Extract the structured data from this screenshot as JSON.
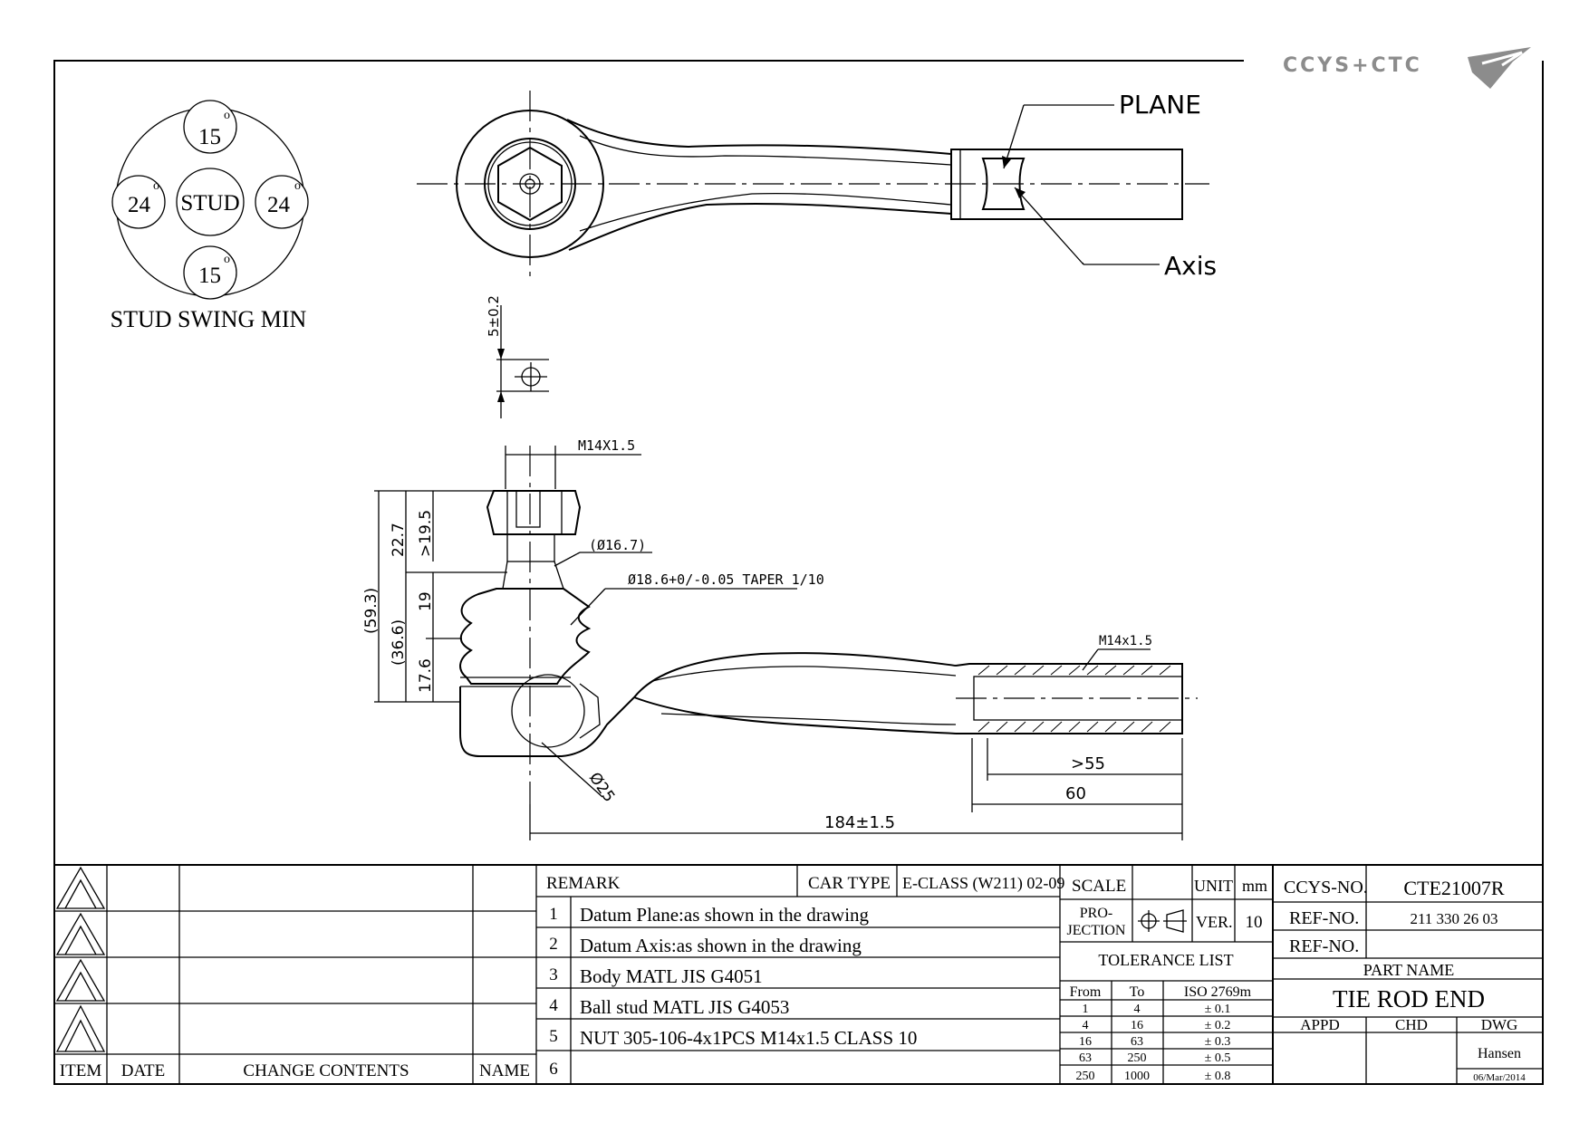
{
  "logo": {
    "text": "CCYS+CTC"
  },
  "swing": {
    "top": "15",
    "bottom": "15",
    "left": "24",
    "right": "24",
    "degree": "o",
    "center": "STUD",
    "caption": "STUD SWING MIN"
  },
  "top_view": {
    "plane_label": "PLANE",
    "axis_label": "Axis"
  },
  "datum": {
    "tolerance": "5±0.2"
  },
  "front_view": {
    "thread_top": "M14X1.5",
    "dia_small": "(Ø16.7)",
    "taper": "Ø18.6+0/-0.05 TAPER 1/10",
    "thread_end": "M14x1.5",
    "dim_227": "22.7",
    "dim_195": ">19.5",
    "dim_19": "19",
    "dim_176": "17.6",
    "dim_366": "(36.6)",
    "dim_593": "(59.3)",
    "dim_55": ">55",
    "dim_60": "60",
    "dim_184": "184±1.5",
    "dia_ball": "Ø25"
  },
  "revisions": {
    "headers": [
      "ITEM",
      "DATE",
      "CHANGE CONTENTS",
      "NAME"
    ]
  },
  "remarks": {
    "header": "REMARK",
    "car_type_label": "CAR TYPE",
    "car_type": "E-CLASS (W211) 02-09",
    "items": [
      {
        "num": "1",
        "text": "Datum Plane:as shown in the drawing"
      },
      {
        "num": "2",
        "text": "Datum Axis:as shown in the drawing"
      },
      {
        "num": "3",
        "text": "Body MATL JIS G4051"
      },
      {
        "num": "4",
        "text": "Ball stud MATL JIS G4053"
      },
      {
        "num": "5",
        "text": "NUT 305-106-4x1PCS M14x1.5 CLASS 10"
      },
      {
        "num": "6",
        "text": ""
      }
    ]
  },
  "scale_block": {
    "scale_label": "SCALE",
    "unit_label": "UNIT",
    "unit": "mm",
    "projection_label_1": "PRO-",
    "projection_label_2": "JECTION",
    "ver_label": "VER.",
    "ver": "10"
  },
  "tolerance": {
    "title": "TOLERANCE LIST",
    "headers": [
      "From",
      "To",
      "ISO 2769m"
    ],
    "rows": [
      [
        "1",
        "4",
        "± 0.1"
      ],
      [
        "4",
        "16",
        "± 0.2"
      ],
      [
        "16",
        "63",
        "± 0.3"
      ],
      [
        "63",
        "250",
        "± 0.5"
      ],
      [
        "250",
        "1000",
        "± 0.8"
      ]
    ]
  },
  "title_block": {
    "ccys_label": "CCYS-NO.",
    "ccys_no": "CTE21007R",
    "ref_label": "REF-NO.",
    "ref_no": "211 330 26 03",
    "ref2_label": "REF-NO.",
    "ref2_no": "",
    "part_name_label": "PART NAME",
    "part_name": "TIE ROD END",
    "appd": "APPD",
    "chd": "CHD",
    "dwg": "DWG",
    "drawer": "Hansen",
    "date": "06/Mar/2014"
  }
}
